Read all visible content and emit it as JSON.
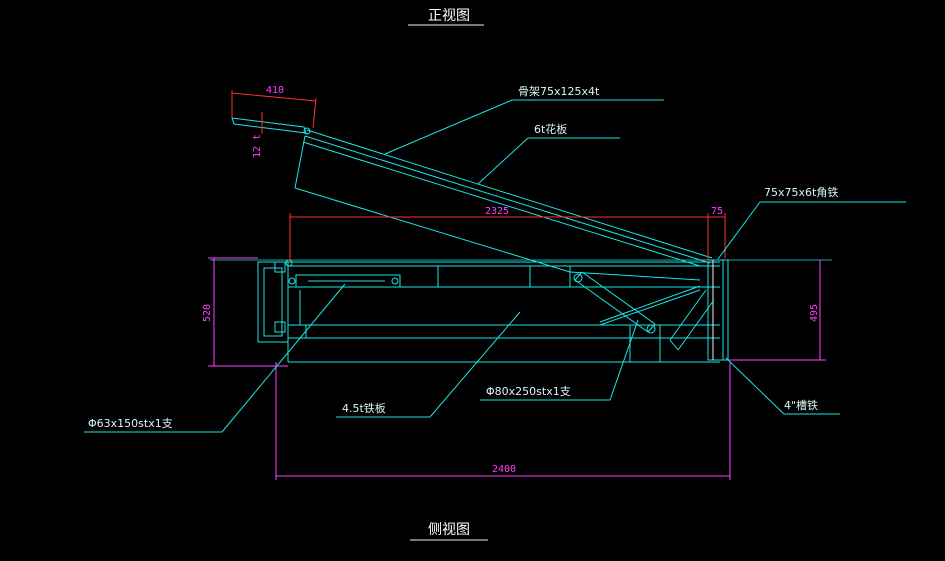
{
  "titles": {
    "front_view": "正视图",
    "side_view": "侧视图"
  },
  "labels": {
    "frame": "骨架75x125x4t",
    "checker_plate": "6t花板",
    "angle_steel": "75x75x6t角铁",
    "steel_plate": "4.5t铁板",
    "cylinder_large": "Φ80x250stx1支",
    "cylinder_small": "Φ63x150stx1支",
    "channel_steel": "4\"槽铁"
  },
  "dimensions": {
    "lip_width": "410",
    "lip_thickness": "12 t",
    "deck_length": "2325",
    "edge_width": "75",
    "left_height": "520",
    "right_height": "495",
    "total_length": "2400"
  },
  "colors": {
    "background": "#000000",
    "outline": "#19e6e6",
    "dimension": "#ff40ff",
    "text": "#ffffff"
  }
}
